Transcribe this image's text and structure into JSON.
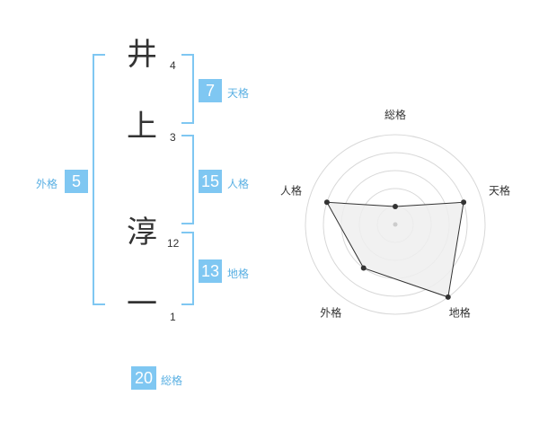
{
  "name": {
    "chars": [
      {
        "char": "井",
        "strokes": "4"
      },
      {
        "char": "上",
        "strokes": "3"
      },
      {
        "char": "淳",
        "strokes": "12"
      },
      {
        "char": "一",
        "strokes": "1"
      }
    ]
  },
  "fortunes": {
    "tenkaku": {
      "value": "7",
      "label": "天格"
    },
    "jinkaku": {
      "value": "15",
      "label": "人格"
    },
    "chikaku": {
      "value": "13",
      "label": "地格"
    },
    "gaikaku": {
      "value": "5",
      "label": "外格"
    },
    "soukaku": {
      "value": "20",
      "label": "総格"
    }
  },
  "colors": {
    "accent": "#7fc7f2",
    "accent_text": "#5ab0e3",
    "polygon_fill": "#eeeeee",
    "line": "#333333"
  },
  "chart_data": {
    "type": "radar",
    "axes": [
      "総格",
      "天格",
      "地格",
      "外格",
      "人格"
    ],
    "values": [
      1,
      4,
      5,
      3,
      4
    ],
    "range": [
      0,
      5
    ],
    "rings": 5,
    "grid": true
  }
}
